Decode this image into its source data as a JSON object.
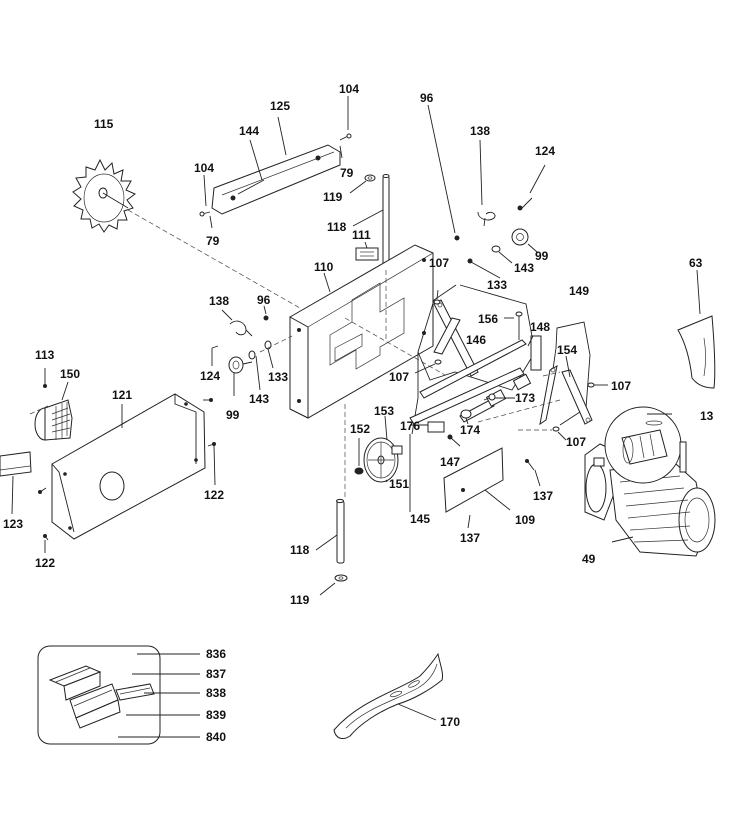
{
  "callouts": {
    "c115": "115",
    "c125": "125",
    "c104a": "104",
    "c144": "144",
    "c104b": "104",
    "c79a": "79",
    "c79b": "79",
    "c119a": "119",
    "c118a": "118",
    "c111": "111",
    "c110": "110",
    "c96a": "96",
    "c138a": "138",
    "c124a": "124",
    "c99a": "99",
    "c143a": "143",
    "c133a": "133",
    "c107a": "107",
    "c133b": "133",
    "c138b": "138",
    "c96b": "96",
    "c124b": "124",
    "c143b": "143",
    "c99b": "99",
    "c63": "63",
    "c149": "149",
    "c156": "156",
    "c148": "148",
    "c146": "146",
    "c154": "154",
    "c107b": "107",
    "c107c": "107",
    "c107d": "107",
    "c13": "13",
    "c173": "173",
    "c153": "153",
    "c152": "152",
    "c176": "176",
    "c174": "174",
    "c147": "147",
    "c151": "151",
    "c137a": "137",
    "c137b": "137",
    "c109": "109",
    "c145": "145",
    "c49": "49",
    "c113": "113",
    "c150": "150",
    "c121": "121",
    "c122a": "122",
    "c122b": "122",
    "c123": "123",
    "c118b": "118",
    "c119b": "119",
    "c836": "836",
    "c837": "837",
    "c838": "838",
    "c839": "839",
    "c840": "840",
    "c170": "170"
  }
}
